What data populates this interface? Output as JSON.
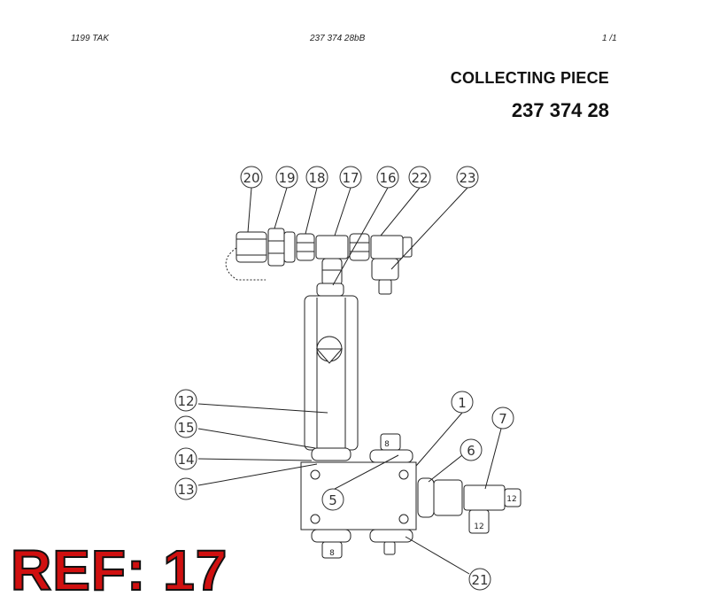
{
  "header": {
    "left": "1199   TAK",
    "center": "237 374 28bB",
    "right": "1  /1"
  },
  "title": "COLLECTING PIECE",
  "part_number": "237 374 28",
  "callouts": [
    "20",
    "19",
    "18",
    "17",
    "16",
    "22",
    "23",
    "12",
    "15",
    "14",
    "13",
    "1",
    "5",
    "6",
    "7",
    "21"
  ],
  "part_marks": {
    "top_nut_8": "8",
    "bottom_nut_8": "8",
    "elbow_12_right": "12",
    "elbow_12_bottom": "12"
  },
  "ref_label": "REF: 17"
}
